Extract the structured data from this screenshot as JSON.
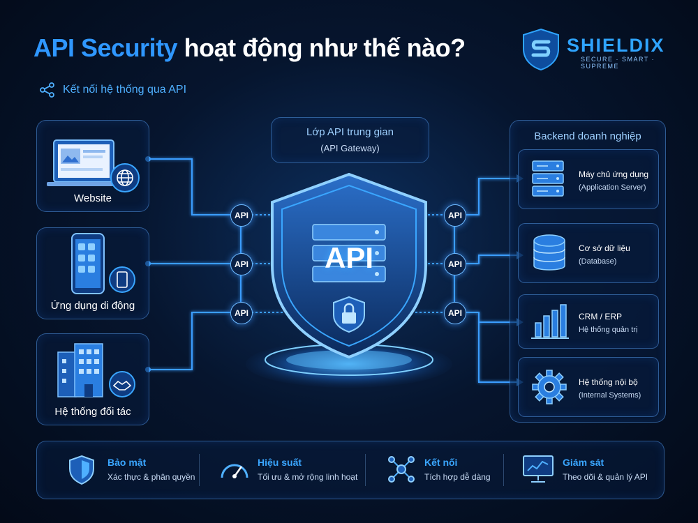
{
  "header": {
    "title_highlight": "API Security",
    "title_rest": "hoạt động như thế nào?",
    "subtitle": "Kết nối hệ thống qua API"
  },
  "logo": {
    "name": "SHIELDIX",
    "tagline": "SECURE · SMART · SUPREME"
  },
  "sources": [
    {
      "label": "Website",
      "icon": "laptop-globe-icon"
    },
    {
      "label": "Ứng dụng di động",
      "icon": "smartphone-icon"
    },
    {
      "label": "Hệ thống đối tác",
      "icon": "building-handshake-icon"
    }
  ],
  "gateway": {
    "title": "Lớp API trung gian",
    "subtitle": "(API Gateway)",
    "shield_label": "API",
    "node_label": "API"
  },
  "backend": {
    "title": "Backend doanh nghiệp",
    "items": [
      {
        "line1": "Máy chủ ứng dụng",
        "line2": "(Application Server)",
        "icon": "server-icon"
      },
      {
        "line1": "Cơ sở dữ liệu",
        "line2": "(Database)",
        "icon": "database-icon"
      },
      {
        "line1": "CRM / ERP",
        "line2": "Hệ thống quản trị",
        "icon": "bar-chart-icon"
      },
      {
        "line1": "Hệ thống nội bộ",
        "line2": "(Internal Systems)",
        "icon": "gear-icon"
      }
    ]
  },
  "features": [
    {
      "title": "Bảo mật",
      "desc": "Xác thực & phân quyền",
      "icon": "shield-icon"
    },
    {
      "title": "Hiệu suất",
      "desc": "Tối ưu & mở rộng linh hoạt",
      "icon": "speedometer-icon"
    },
    {
      "title": "Kết nối",
      "desc": "Tích hợp dễ dàng",
      "icon": "network-icon"
    },
    {
      "title": "Giám sát",
      "desc": "Theo dõi & quản lý API",
      "icon": "monitor-chart-icon"
    }
  ],
  "colors": {
    "accent": "#2f97ff",
    "background": "#06152e",
    "line": "#3a9dff"
  }
}
